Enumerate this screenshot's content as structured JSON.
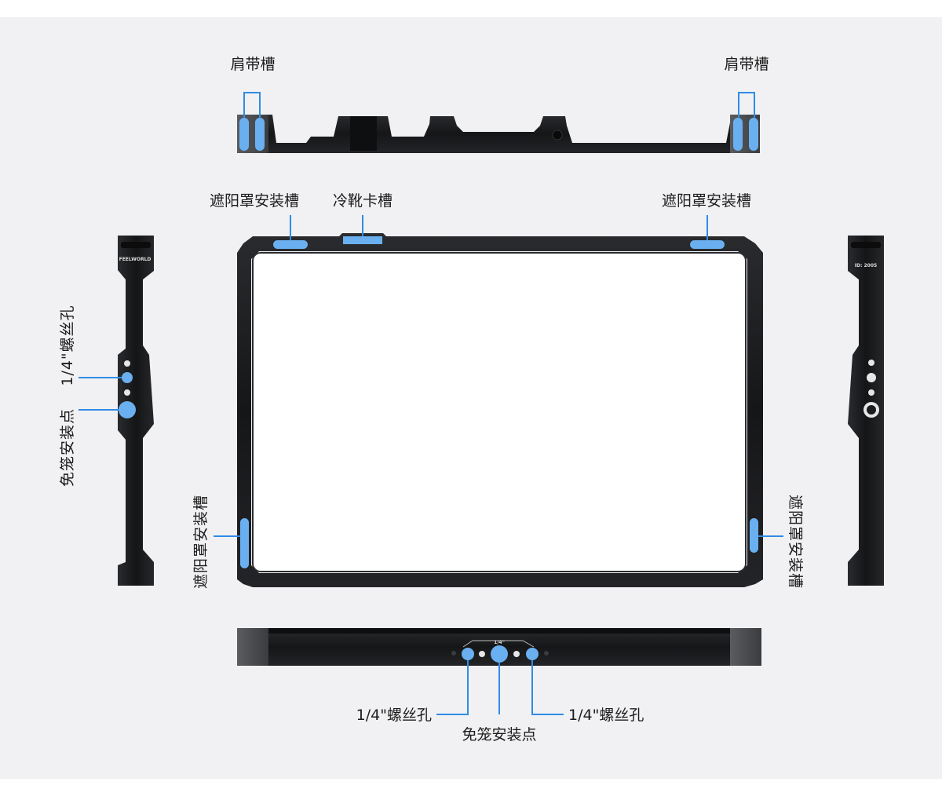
{
  "colors": {
    "background": "#f1f1f3",
    "accent": "#6ab0f0",
    "leader": "#2f8ce5",
    "metal": "#1b1c1e"
  },
  "top_view": {
    "label_left": "肩带槽",
    "label_right": "肩带槽"
  },
  "front_view": {
    "label_sunhood_top_left": "遮阳罩安装槽",
    "label_cold_shoe": "冷靴卡槽",
    "label_sunhood_top_right": "遮阳罩安装槽",
    "label_sunhood_left": "遮阳罩安装槽",
    "label_sunhood_right": "遮阳罩安装槽"
  },
  "left_side_view": {
    "brand_engraving": "FEELWORLD",
    "label_screw_hole": "1/4\"螺丝孔",
    "label_cage_free_mount": "免笼安装点"
  },
  "right_side_view": {
    "id_engraving": "ID: 2005"
  },
  "bottom_view": {
    "size_marking": "1/4\"",
    "label_screw_left": "1/4\"螺丝孔",
    "label_cage_free_mount": "免笼安装点",
    "label_screw_right": "1/4\"螺丝孔"
  }
}
